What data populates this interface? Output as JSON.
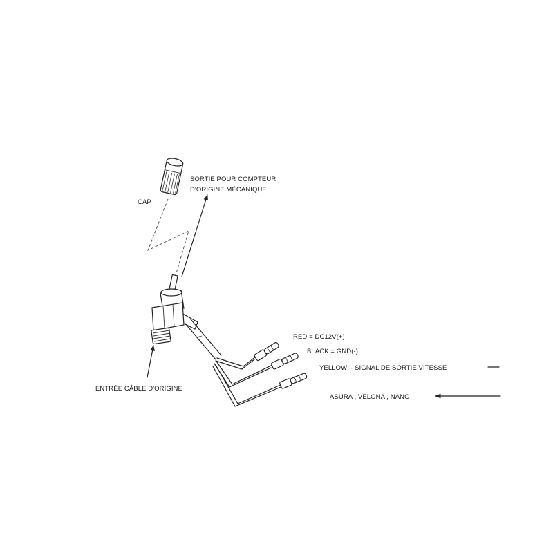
{
  "labels": {
    "cap": "CAP",
    "output_line1": "SORTIE POUR COMPTEUR",
    "output_line2": "D'ORIGINE MÉCANIQUE",
    "input": "ENTRÉE CÂBLE D'ORIGINE",
    "red": "RED = DC12V(+)",
    "black": "BLACK = GND(-)",
    "yellow": "YELLOW – SIGNAL DE SORTIE VITESSE",
    "models": "ASURA , VELONA , NANO"
  },
  "icons": {
    "cap": "knurled-cap-icon",
    "sensor": "speed-sensor-icon",
    "connector": "bullet-connector-icon",
    "arrow": "arrow-icon"
  },
  "colors": {
    "line": "#222222",
    "background": "#ffffff"
  }
}
